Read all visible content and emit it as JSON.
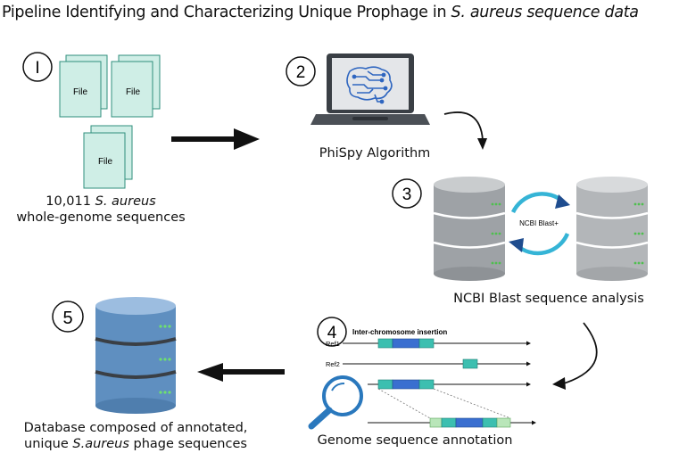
{
  "title": {
    "prefix": "Pipeline Identifying and Characterizing Unique Prophage in ",
    "italic": "S. aureus sequence data"
  },
  "steps": {
    "step1": {
      "number": "I",
      "file_label": "File",
      "caption_count": "10,011 ",
      "caption_species": "S. aureus",
      "caption_line2": "whole-genome sequences"
    },
    "step2": {
      "number": "2",
      "caption": "PhiSpy Algorithm"
    },
    "step3": {
      "number": "3",
      "cycle_label": "NCBI Blast+",
      "caption": "NCBI Blast sequence analysis"
    },
    "step4": {
      "number": "4",
      "header": "Inter-chromosome insertion",
      "ref1": "Ref1",
      "ref2": "Ref2",
      "caption": "Genome sequence annotation"
    },
    "step5": {
      "number": "5",
      "caption_line1": "Database composed of annotated,",
      "caption_line2_prefix": "unique ",
      "caption_line2_species": "S.aureus",
      "caption_line2_suffix": " phage sequences"
    }
  },
  "colors": {
    "file_fill": "#cfeee6",
    "file_stroke": "#2f8f7c",
    "db_blue": "#5f8fc0",
    "db_gray": "#9ea2a6",
    "teal_segment": "#3cbfb0",
    "blue_segment": "#3a6fd0",
    "light_green_segment": "#b9e6b9",
    "cycle_light": "#35b4d6",
    "cycle_dark": "#1f4d8f",
    "magnifier": "#2a78bd"
  }
}
